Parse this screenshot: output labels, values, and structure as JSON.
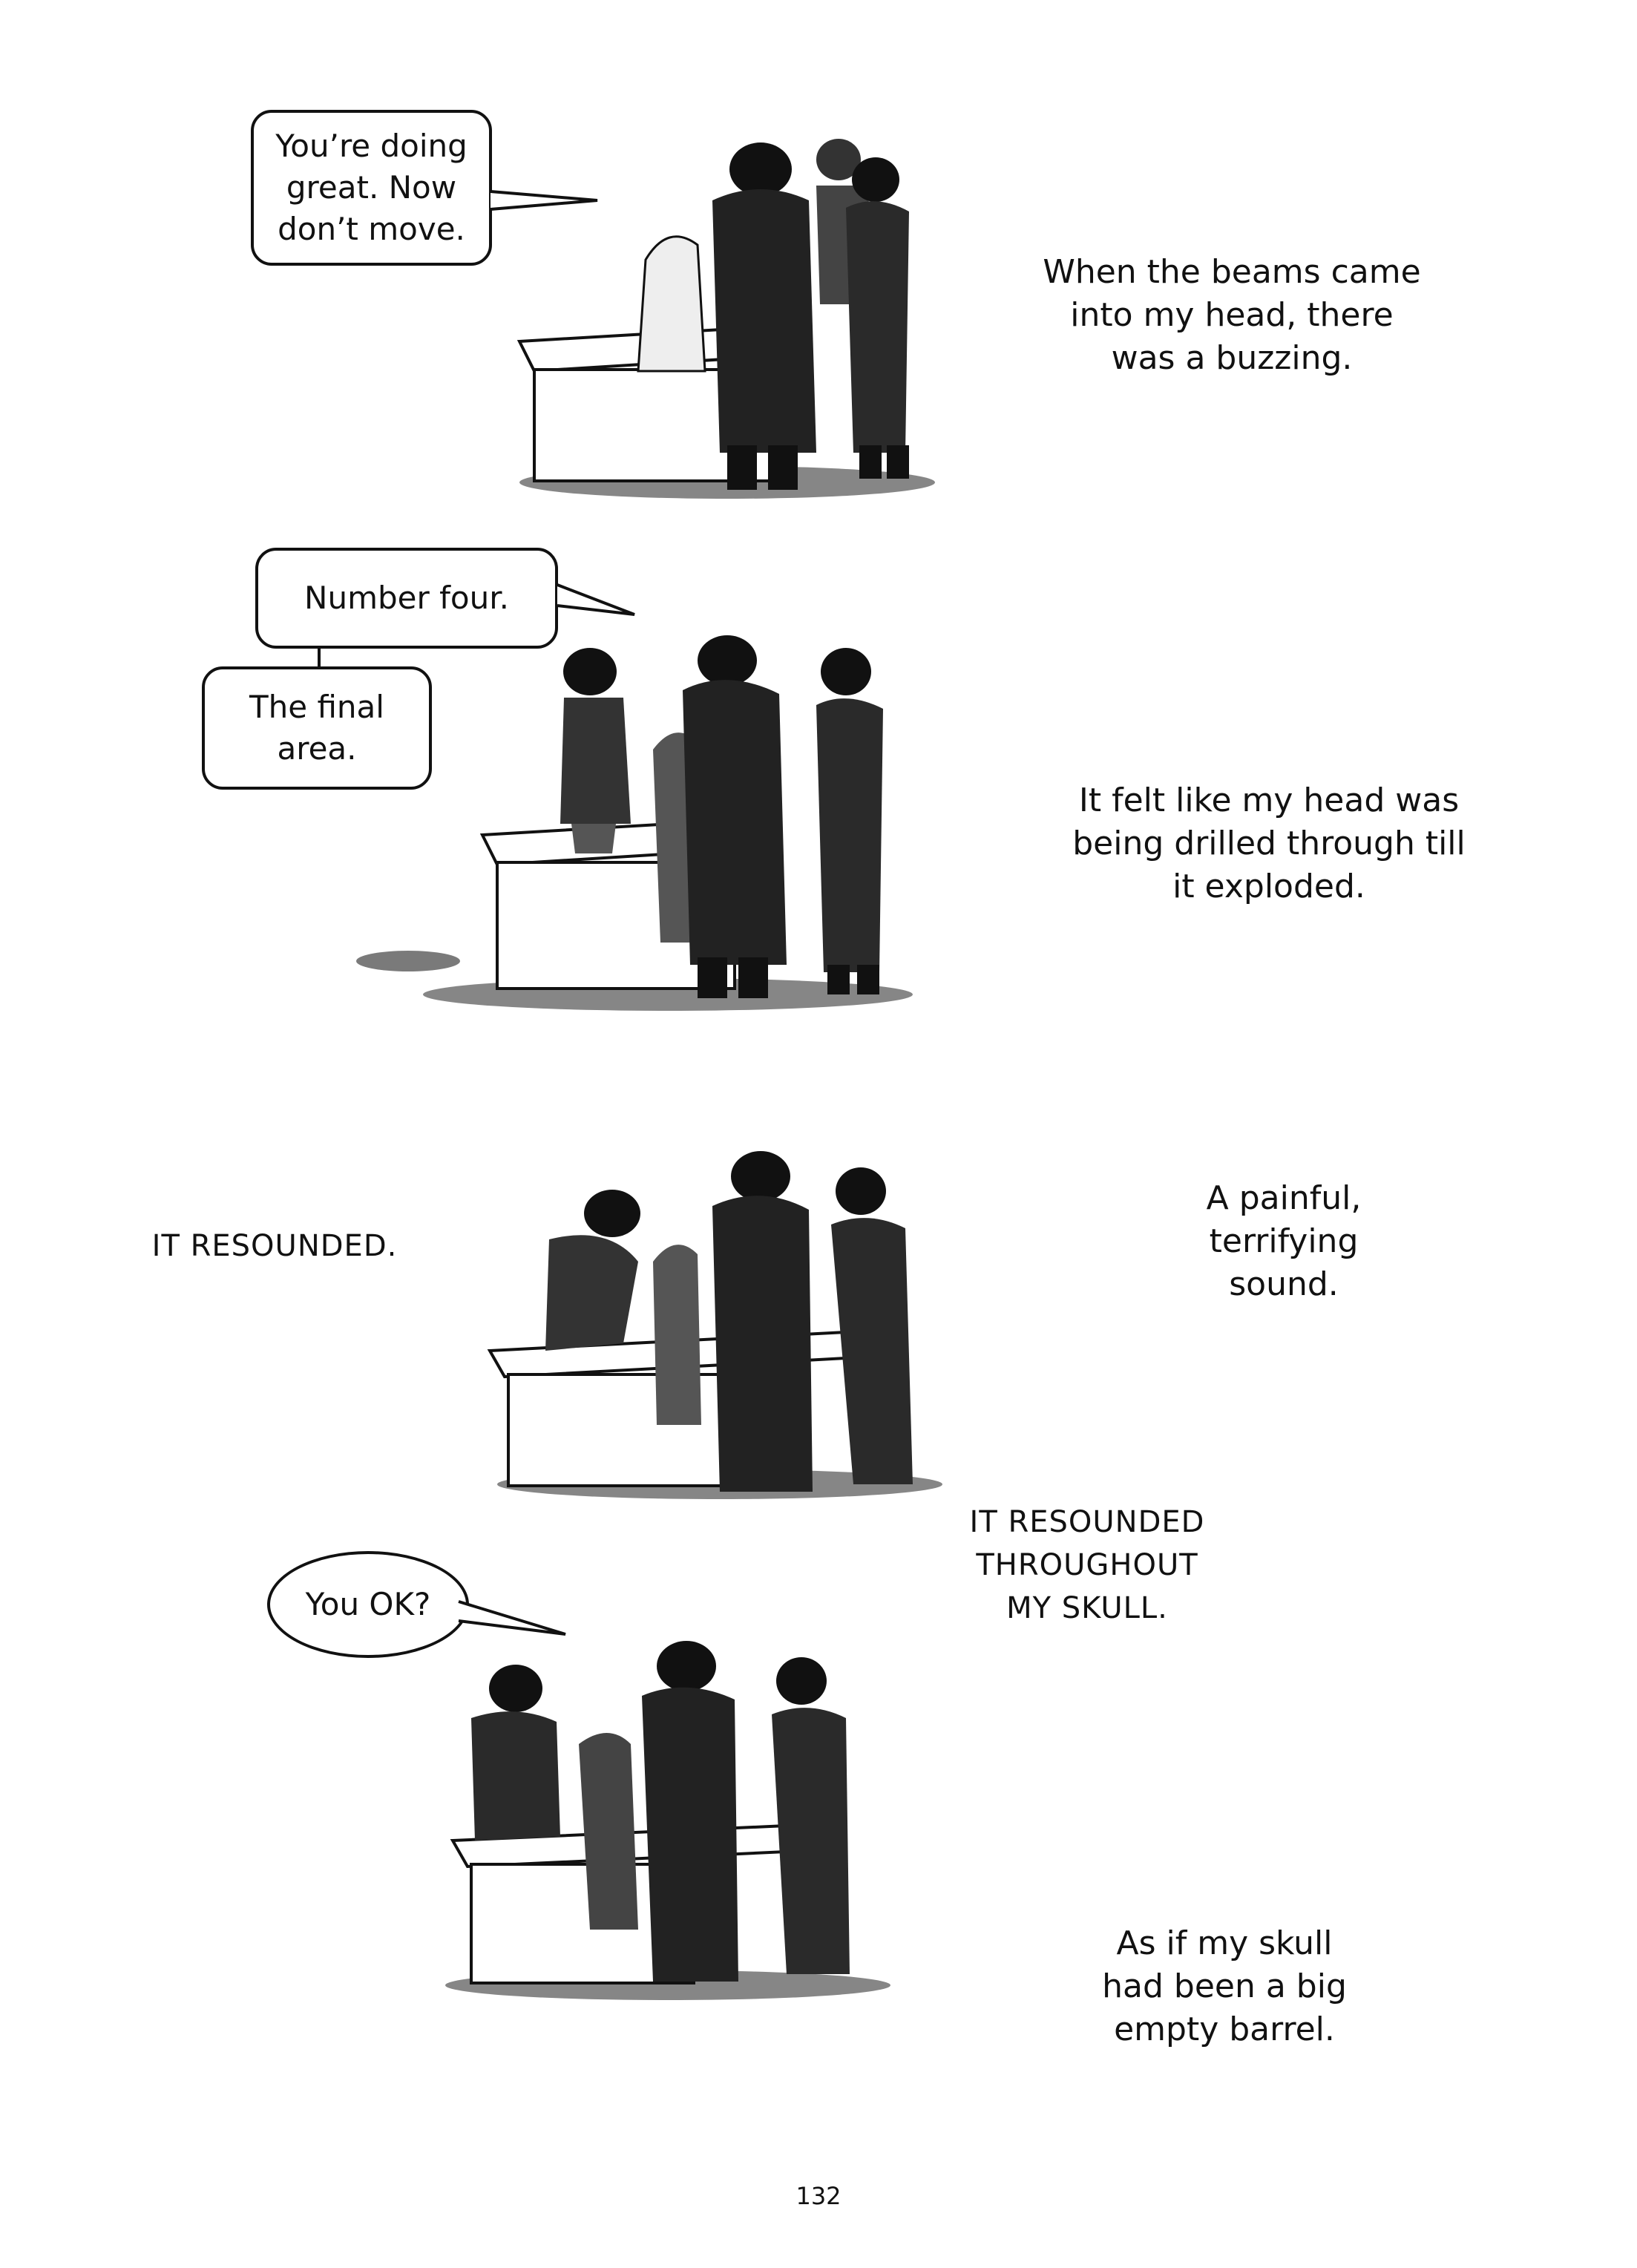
{
  "panels": [
    {
      "bubbles": [
        "You’re doing great. Now don’t move."
      ],
      "caption": "When the beams came into my head, there was a buzzing."
    },
    {
      "bubbles": [
        "Number four.",
        "The final area."
      ],
      "caption": "It felt like my head was being drilled through till it exploded."
    },
    {
      "caption_left": "IT RESOUNDED.",
      "caption": "A painful, terrifying sound."
    },
    {
      "caption_top": "IT RESOUNDED THROUGHOUT MY SKULL.",
      "bubbles": [
        "You OK?"
      ],
      "caption": "As if my skull had been a big empty barrel."
    }
  ],
  "page_number": "132"
}
